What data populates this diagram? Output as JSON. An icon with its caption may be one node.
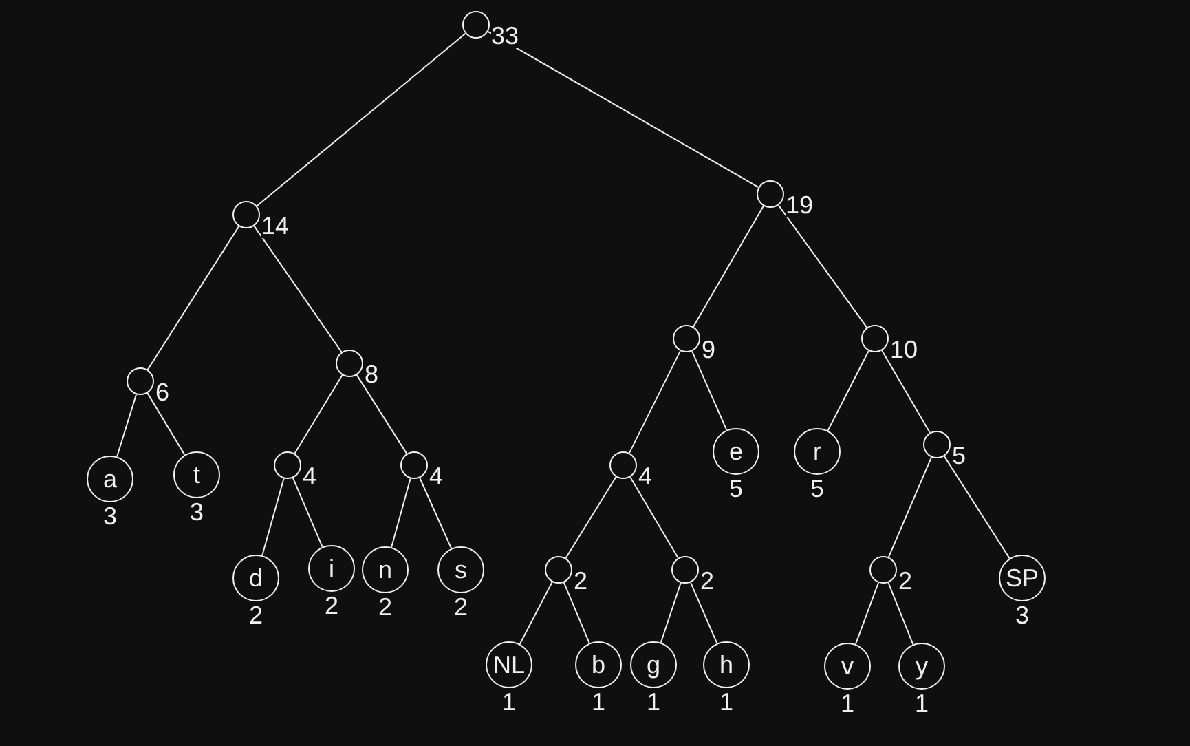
{
  "diagram": {
    "nodes": [
      {
        "text": [],
        "shape": "circle",
        "beside": [
          "33"
        ]
      },
      {
        "text": [],
        "shape": "circle",
        "beside": [
          "14"
        ]
      },
      {
        "text": [],
        "shape": "circle",
        "beside": [
          "6"
        ]
      },
      {
        "text": [
          "a"
        ],
        "beside": [
          "3"
        ]
      },
      {
        "text": [
          "t"
        ],
        "beside": [
          "3"
        ]
      },
      {
        "text": [],
        "shape": "circle",
        "beside": [
          "8"
        ]
      },
      {
        "text": [],
        "shape": "circle",
        "beside": [
          "4"
        ]
      },
      {
        "text": [
          "d"
        ],
        "beside": [
          "2"
        ]
      },
      {
        "text": [
          "i"
        ],
        "beside": [
          "2"
        ]
      },
      {
        "text": [],
        "shape": "circle",
        "beside": [
          "4"
        ]
      },
      {
        "text": [
          "n"
        ],
        "beside": [
          "2"
        ]
      },
      {
        "text": [
          "s"
        ],
        "beside": [
          "2"
        ]
      },
      {
        "text": [],
        "shape": "circle",
        "beside": [
          "19"
        ]
      },
      {
        "text": [],
        "shape": "circle",
        "beside": [
          "9"
        ]
      },
      {
        "text": [],
        "shape": "circle",
        "beside": [
          "4"
        ]
      },
      {
        "text": [],
        "shape": "circle",
        "beside": [
          "2"
        ]
      },
      {
        "text": [
          "NL"
        ],
        "beside": [
          "1"
        ]
      },
      {
        "text": [
          "b"
        ],
        "beside": [
          "1"
        ]
      },
      {
        "text": [],
        "shape": "circle",
        "beside": [
          "2"
        ]
      },
      {
        "text": [
          "g"
        ],
        "beside": [
          "1"
        ]
      },
      {
        "text": [
          "h"
        ],
        "beside": [
          "1"
        ]
      },
      {
        "text": [
          "e"
        ],
        "beside": [
          "5"
        ]
      },
      {
        "text": [],
        "shape": "circle",
        "beside": [
          "10"
        ]
      },
      {
        "text": [
          "r"
        ],
        "beside": [
          "5"
        ]
      },
      {
        "text": [],
        "shape": "circle",
        "beside": [
          "5"
        ]
      },
      {
        "text": [],
        "shape": "circle",
        "beside": [
          "2"
        ]
      },
      {
        "text": [
          "v"
        ],
        "beside": [
          "1"
        ]
      },
      {
        "text": [
          "y"
        ],
        "beside": [
          "1"
        ]
      },
      {
        "text": [
          "SP"
        ],
        "beside": [
          "3"
        ]
      }
    ],
    "edges": [
      {
        "from": 0,
        "to": 1,
        "arrow": "none"
      },
      {
        "from": 0,
        "to": 12,
        "arrow": "none"
      },
      {
        "from": 1,
        "to": 2,
        "arrow": "none"
      },
      {
        "from": 1,
        "to": 5,
        "arrow": "none"
      },
      {
        "from": 2,
        "to": 3,
        "arrow": "none"
      },
      {
        "from": 2,
        "to": 4,
        "arrow": "none"
      },
      {
        "from": 5,
        "to": 6,
        "arrow": "none"
      },
      {
        "from": 5,
        "to": 9,
        "arrow": "none"
      },
      {
        "from": 6,
        "to": 7,
        "arrow": "none"
      },
      {
        "from": 6,
        "to": 8,
        "arrow": "none"
      },
      {
        "from": 9,
        "to": 10,
        "arrow": "none"
      },
      {
        "from": 9,
        "to": 11,
        "arrow": "none"
      },
      {
        "from": 12,
        "to": 13,
        "arrow": "none"
      },
      {
        "from": 12,
        "to": 22,
        "arrow": "none"
      },
      {
        "from": 13,
        "to": 14,
        "arrow": "none"
      },
      {
        "from": 13,
        "to": 21,
        "arrow": "none"
      },
      {
        "from": 14,
        "to": 15,
        "arrow": "none"
      },
      {
        "from": 14,
        "to": 18,
        "arrow": "none"
      },
      {
        "from": 15,
        "to": 16,
        "arrow": "none"
      },
      {
        "from": 15,
        "to": 17,
        "arrow": "none"
      },
      {
        "from": 18,
        "to": 19,
        "arrow": "none"
      },
      {
        "from": 18,
        "to": 20,
        "arrow": "none"
      },
      {
        "from": 22,
        "to": 23,
        "arrow": "none"
      },
      {
        "from": 22,
        "to": 24,
        "arrow": "none"
      },
      {
        "from": 24,
        "to": 25,
        "arrow": "none"
      },
      {
        "from": 24,
        "to": 28,
        "arrow": "none"
      },
      {
        "from": 25,
        "to": 26,
        "arrow": "none"
      },
      {
        "from": 25,
        "to": 27,
        "arrow": "none"
      }
    ]
  }
}
